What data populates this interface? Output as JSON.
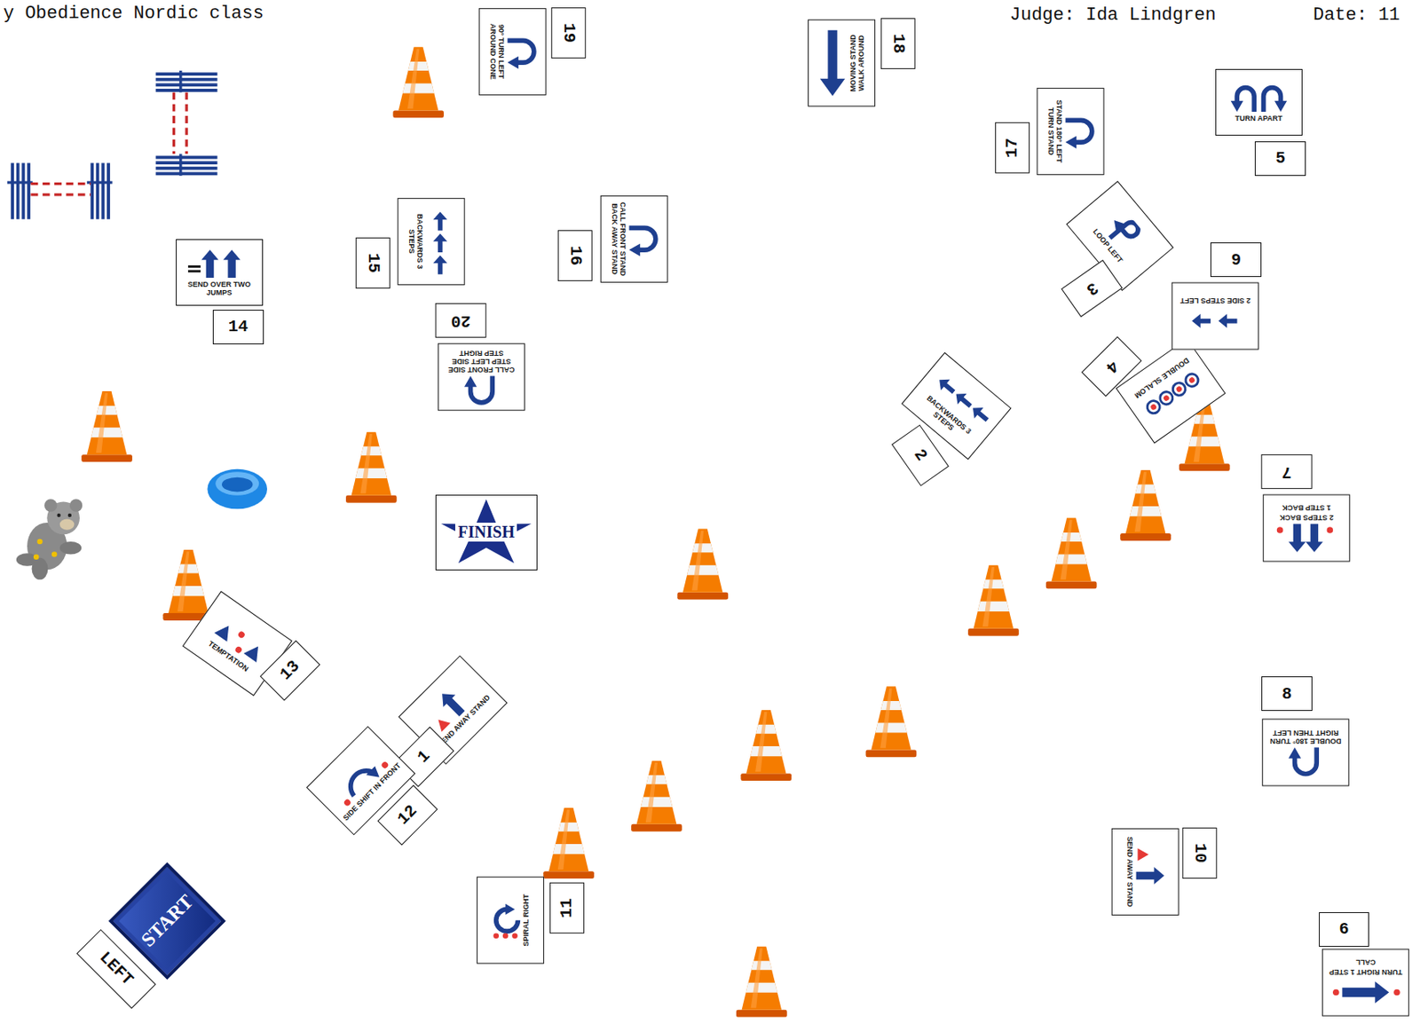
{
  "diagram": {
    "title": "y Obedience Nordic class",
    "nodes": [
      {
        "text": [
          "START"
        ]
      },
      {
        "text": [
          "LEFT"
        ]
      },
      {
        "text": [
          "SEND AWAY STAND"
        ]
      },
      {
        "text": [
          "1"
        ]
      },
      {
        "text": [
          "BACKWARDS 3 STEPS"
        ]
      },
      {
        "text": [
          "2"
        ]
      },
      {
        "text": [
          "LOOP LEFT"
        ]
      },
      {
        "text": [
          "3"
        ]
      },
      {
        "text": [
          "DOUBLE SLALOM"
        ]
      },
      {
        "text": [
          "4"
        ]
      },
      {
        "text": [
          "TURN APART"
        ]
      },
      {
        "text": [
          "5"
        ]
      },
      {
        "text": [
          "TURN RIGHT 1 STEP",
          "CALL"
        ]
      },
      {
        "text": [
          "6"
        ]
      },
      {
        "text": [
          "2 STEPS BACK",
          "1 STEP BACK"
        ]
      },
      {
        "text": [
          "7"
        ]
      },
      {
        "text": [
          "DOUBLE 180° TURN RIGHT THEN LEFT"
        ]
      },
      {
        "text": [
          "8"
        ]
      },
      {
        "text": [
          "2 SIDE STEPS LEFT"
        ]
      },
      {
        "text": [
          "9"
        ]
      },
      {
        "text": [
          "SEND AWAY STAND"
        ]
      },
      {
        "text": [
          "10"
        ]
      },
      {
        "text": [
          "SPIRAL RIGHT"
        ]
      },
      {
        "text": [
          "11"
        ]
      },
      {
        "text": [
          "SIDE SHIFT IN FRONT"
        ]
      },
      {
        "text": [
          "12"
        ]
      },
      {
        "text": [
          "TEMPTATION"
        ]
      },
      {
        "text": [
          "13"
        ]
      },
      {
        "text": [
          "SEND OVER TWO JUMPS"
        ]
      },
      {
        "text": [
          "14"
        ]
      },
      {
        "text": [
          "BACKWARDS 3 STEPS"
        ]
      },
      {
        "text": [
          "15"
        ]
      },
      {
        "text": [
          "CALL FRONT STAND BACK AWAY STAND"
        ]
      },
      {
        "text": [
          "16"
        ]
      },
      {
        "text": [
          "STAND 180° LEFT TURN STAND"
        ]
      },
      {
        "text": [
          "17"
        ]
      },
      {
        "text": [
          "MOVING STAND WALK AROUND"
        ]
      },
      {
        "text": [
          "18"
        ]
      },
      {
        "text": [
          "90° TURN LEFT AROUND CONE"
        ]
      },
      {
        "text": [
          "19"
        ]
      },
      {
        "text": [
          "CALL FRONT SIDE STEP LEFT SIDE STEP RIGHT"
        ]
      },
      {
        "text": [
          "20"
        ]
      },
      {
        "text": [
          "FINISH"
        ]
      }
    ],
    "labels": [
      "Judge: Ida Lindgren",
      "Date: 11"
    ]
  }
}
